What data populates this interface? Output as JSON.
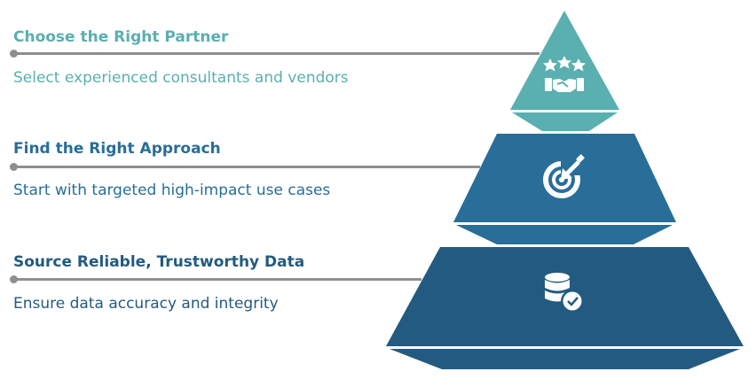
{
  "colors": {
    "tier1": "#5aafb0",
    "tier2": "#286e98",
    "tier3": "#235a80",
    "connector": "#8e8e8e"
  },
  "tiers": [
    {
      "title": "Choose the Right Partner",
      "description": "Select experienced consultants and vendors",
      "icon": "stars-handshake-icon"
    },
    {
      "title": "Find the Right Approach",
      "description": "Start with targeted high-impact use cases",
      "icon": "target-arrow-icon"
    },
    {
      "title": "Source Reliable, Trustworthy Data",
      "description": "Ensure data accuracy and integrity",
      "icon": "database-check-icon"
    }
  ]
}
